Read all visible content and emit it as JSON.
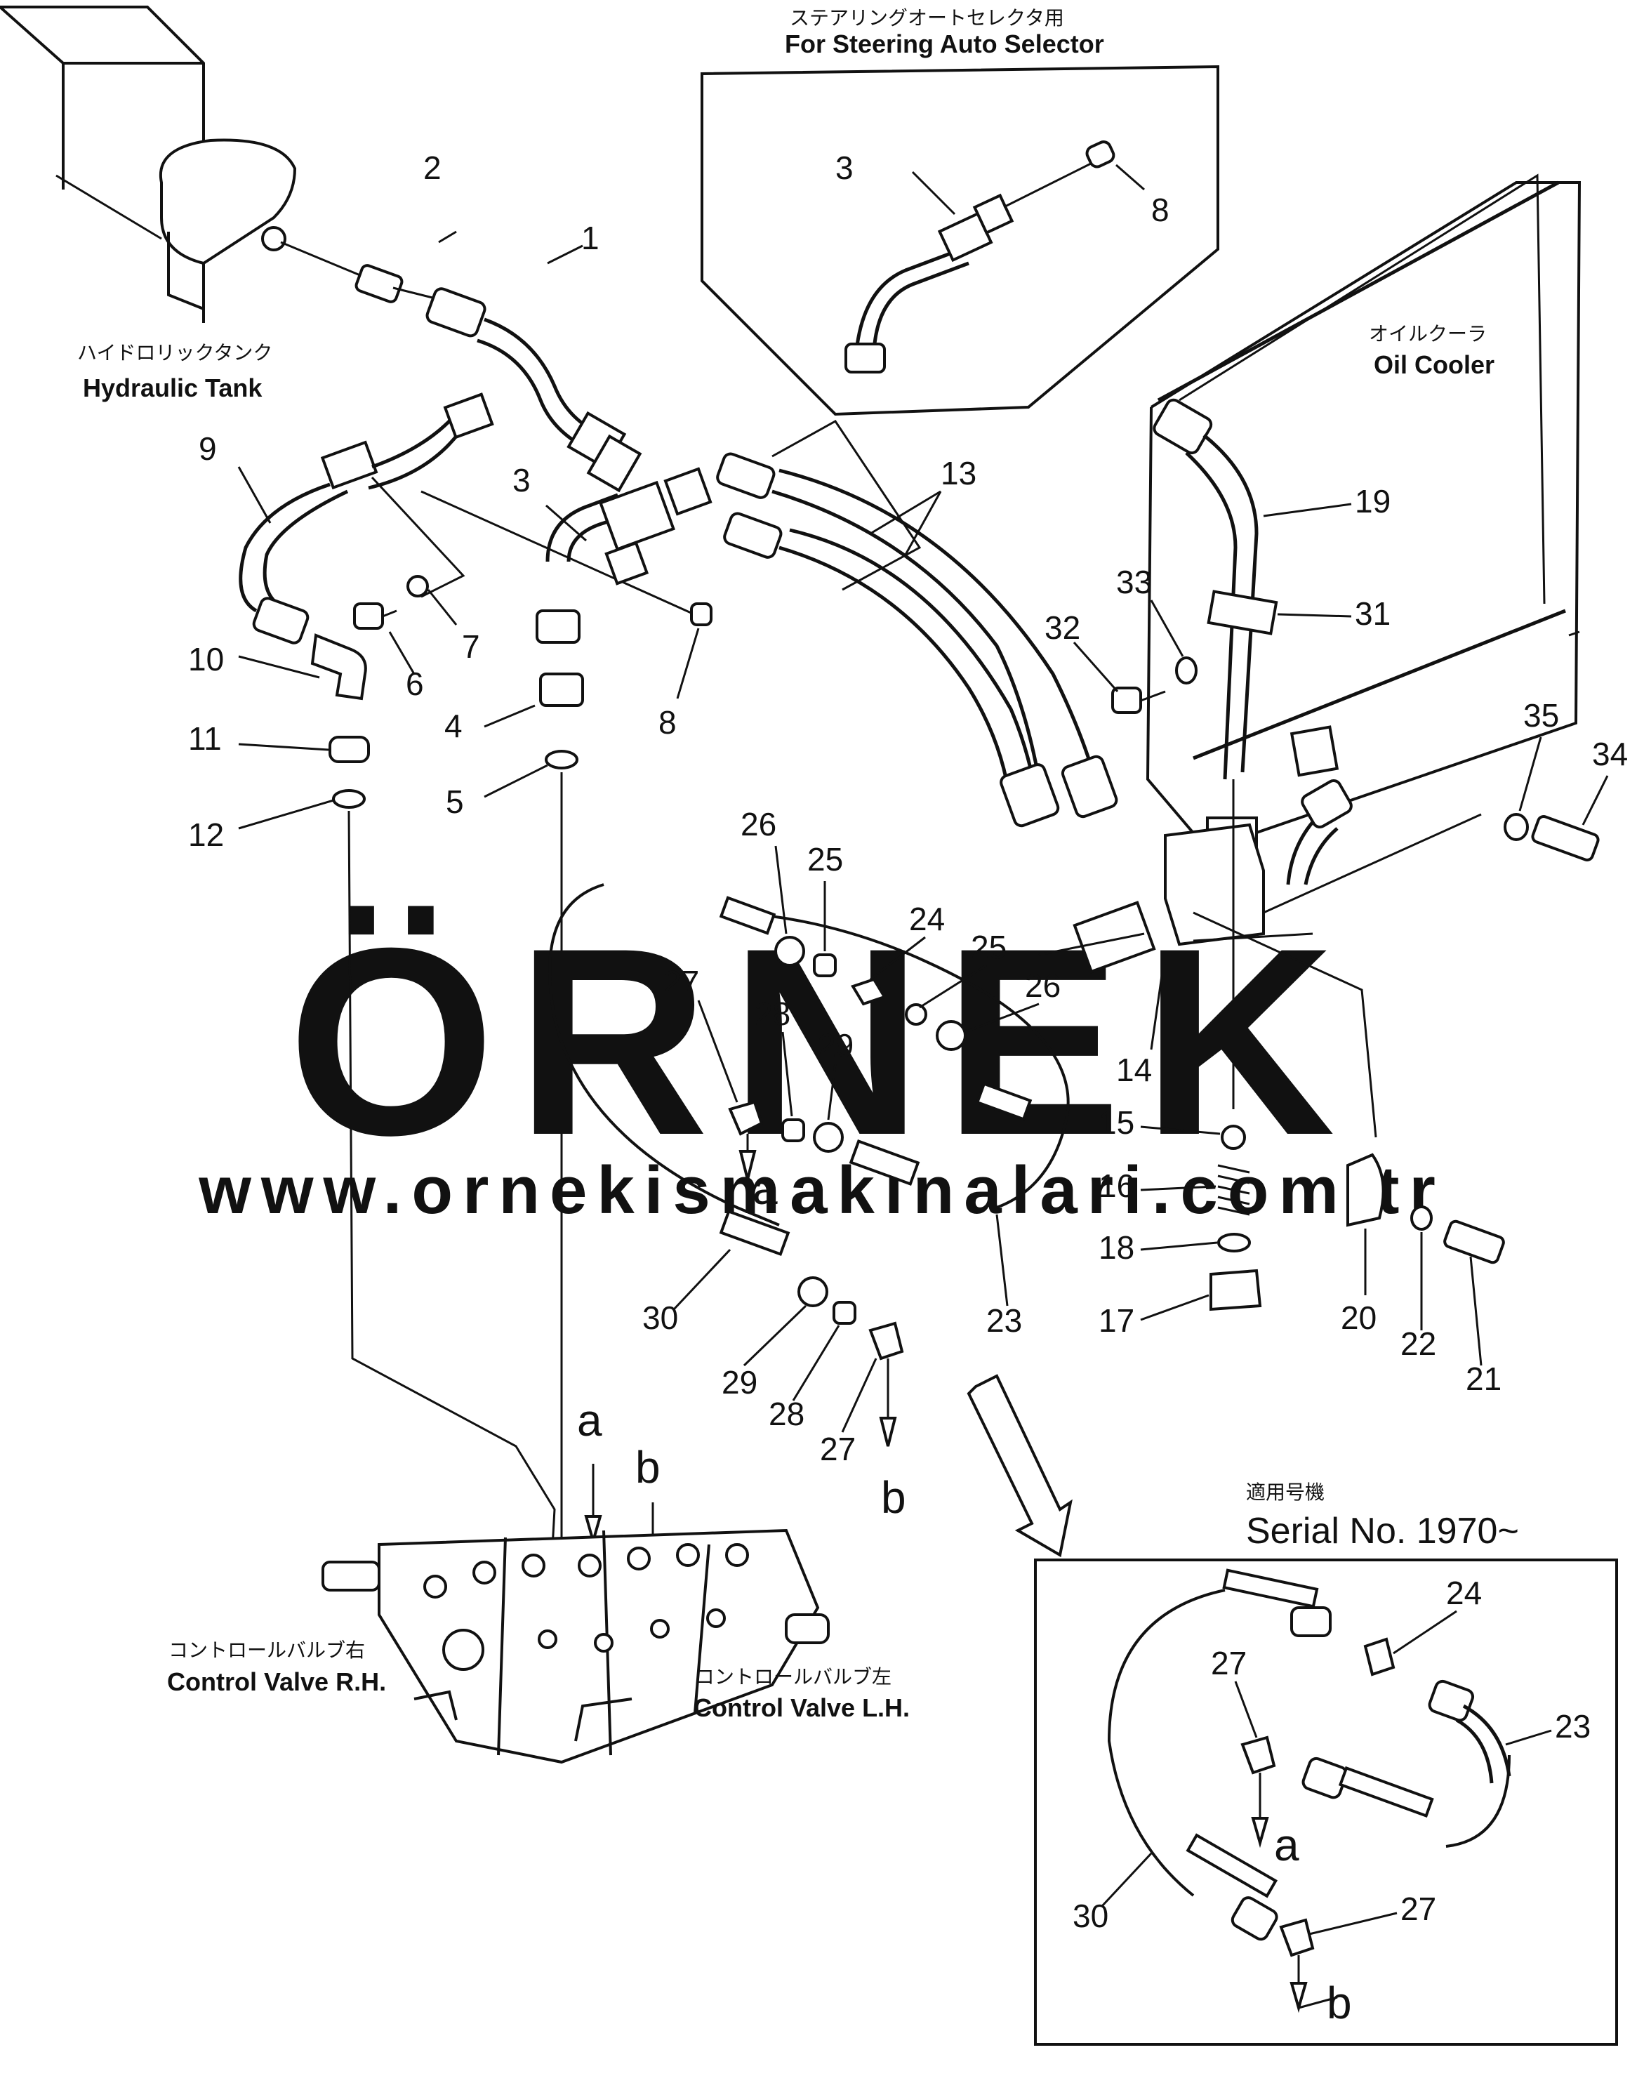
{
  "header": {
    "jp": "ステアリングオートセレクタ用",
    "en": "For Steering Auto Selector"
  },
  "labels": {
    "tank_jp": "ハイドロリックタンク",
    "tank_en": "Hydraulic Tank",
    "cooler_jp": "オイルクーラ",
    "cooler_en": "Oil Cooler",
    "valve_rh_jp": "コントロールバルブ右",
    "valve_rh_en": "Control Valve R.H.",
    "valve_lh_jp": "コントロールバルブ左",
    "valve_lh_en": "Control Valve L.H."
  },
  "serial": {
    "jp": "適用号機",
    "en": "Serial No. 1970~"
  },
  "watermark": {
    "brand": "ÖRNEK",
    "url": "www.ornekismakinalari.com.tr",
    "brand_color": "#e0dde3",
    "accent_color": "#f6e3a6"
  },
  "callouts": {
    "c1": "1",
    "c2": "2",
    "c3": "3",
    "c3b": "3",
    "c4": "4",
    "c5": "5",
    "c6": "6",
    "c7": "7",
    "c8": "8",
    "c8b": "8",
    "c9": "9",
    "c10": "10",
    "c11": "11",
    "c12": "12",
    "c13": "13",
    "c14": "14",
    "c15": "15",
    "c16": "16",
    "c17": "17",
    "c18": "18",
    "c19": "19",
    "c20": "20",
    "c21": "21",
    "c22": "22",
    "c23": "23",
    "c24": "24",
    "c25": "25",
    "c25b": "25",
    "c26": "26",
    "c26b": "26",
    "c27": "27",
    "c27b": "27",
    "c28": "28",
    "c28b": "28",
    "c29": "29",
    "c29b": "29",
    "c30": "30",
    "c31": "31",
    "c32": "32",
    "c33": "33",
    "c34": "34",
    "c35": "35",
    "i24": "24",
    "i27": "27",
    "i23": "23",
    "i30": "30",
    "i27b": "27"
  },
  "letters": {
    "a1": "a",
    "b1": "b",
    "a2": "a",
    "b2": "b",
    "a3": "a",
    "b3": "b"
  }
}
